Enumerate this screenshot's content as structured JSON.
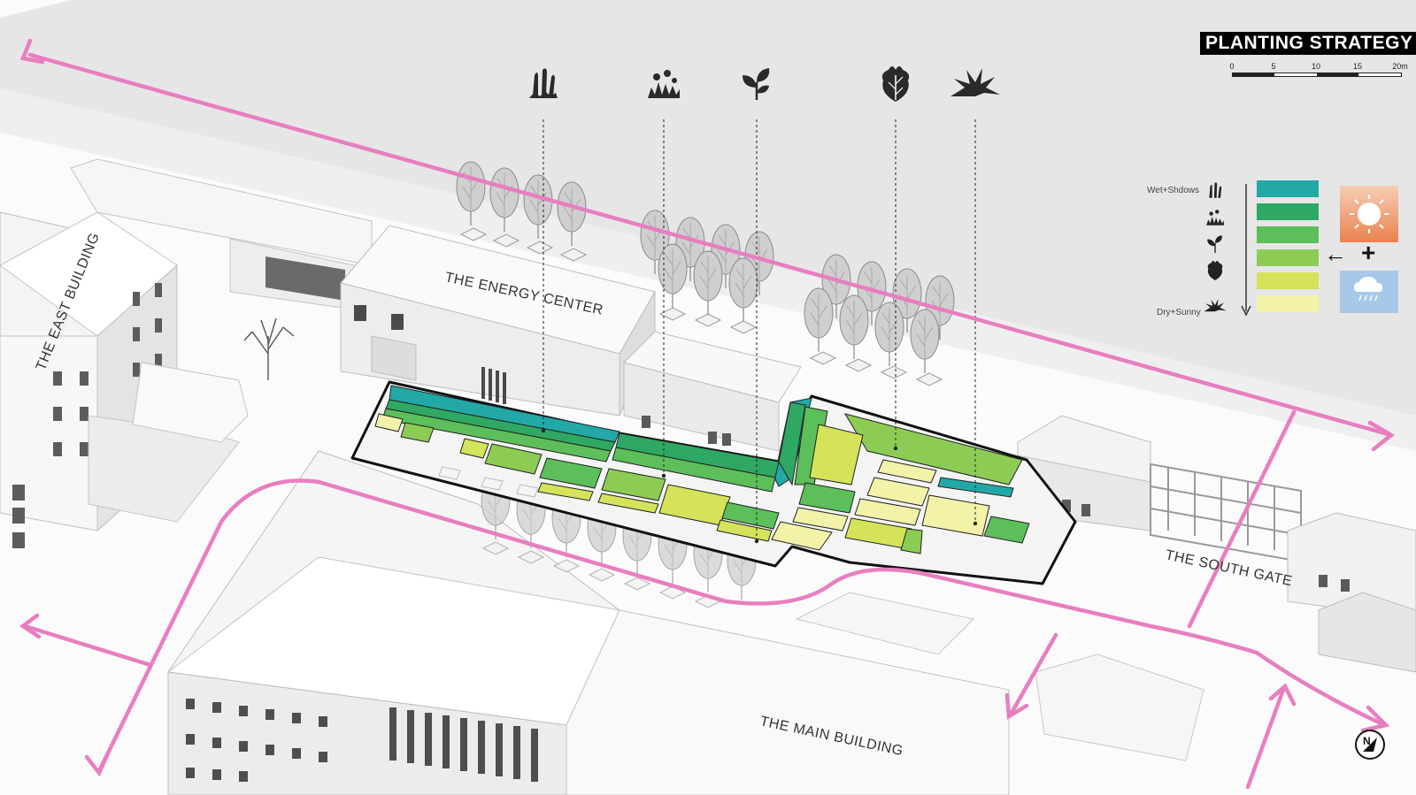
{
  "title": "PLANTING STRATEGY",
  "scale_bar": {
    "ticks": [
      "0",
      "5",
      "10",
      "15",
      "20m"
    ]
  },
  "buildings": {
    "east": "THE EAST BUILDING",
    "energy": "THE ENERGY CENTER",
    "south_gate": "THE SOUTH GATE",
    "main": "THE MAIN BUILDING"
  },
  "legend": {
    "wet_label": "Wet+Shdows",
    "dry_label": "Dry+Sunny",
    "colors": [
      "#23a8a8",
      "#2ea863",
      "#5cbf5a",
      "#8ccc55",
      "#d4e35a",
      "#f2f2a8"
    ],
    "plant_icons": [
      "reeds-icon",
      "grass-flower-icon",
      "leafy-herb-icon",
      "bushy-shrub-icon",
      "spiky-grass-icon"
    ],
    "sun_gradient_colors": [
      "#f6cdb5",
      "#e9824f"
    ],
    "rain_color": "#a8c8ea",
    "arrow_symbol": "←",
    "plus_symbol": "+"
  },
  "path_color": "#e87ec0",
  "north_symbol": "N"
}
